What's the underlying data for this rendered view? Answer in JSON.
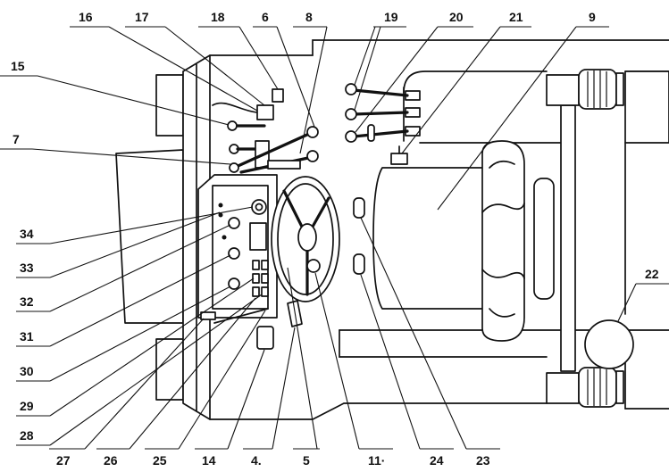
{
  "callouts": {
    "top": [
      "16",
      "17",
      "18",
      "6",
      "8",
      "19",
      "20",
      "21",
      "9"
    ],
    "left": [
      "15",
      "7",
      "34",
      "33",
      "32",
      "31",
      "30",
      "29",
      "28"
    ],
    "right": [
      "22"
    ],
    "bottom": [
      "27",
      "26",
      "25",
      "14",
      "4.",
      "5",
      "11·",
      "24",
      "23"
    ]
  }
}
